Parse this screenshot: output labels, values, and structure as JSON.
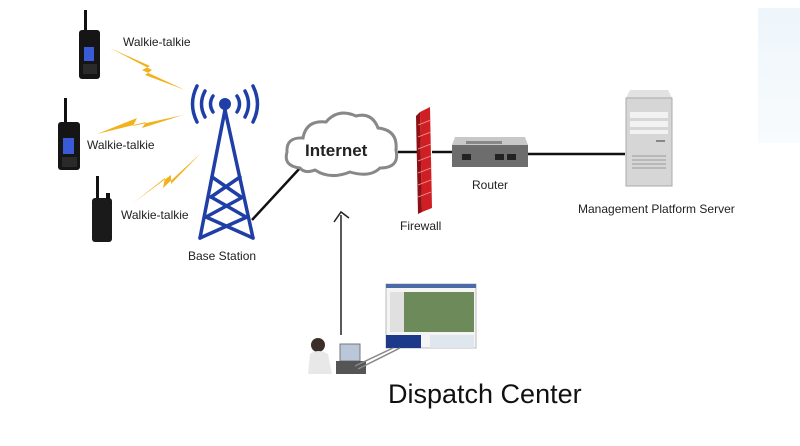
{
  "diagram": {
    "title": "Dispatch Center",
    "nodes": {
      "walkie_1": {
        "label": "Walkie-talkie"
      },
      "walkie_2": {
        "label": "Walkie-talkie"
      },
      "walkie_3": {
        "label": "Walkie-talkie"
      },
      "base_station": {
        "label": "Base Station"
      },
      "internet": {
        "label": "Internet"
      },
      "firewall": {
        "label": "Firewall"
      },
      "router": {
        "label": "Router"
      },
      "server": {
        "label": "Management Platform Server"
      },
      "dispatch": {
        "label": "Dispatch Center"
      }
    },
    "edges": [
      {
        "from": "walkie_1",
        "to": "base_station",
        "type": "wireless"
      },
      {
        "from": "walkie_2",
        "to": "base_station",
        "type": "wireless"
      },
      {
        "from": "walkie_3",
        "to": "base_station",
        "type": "wireless"
      },
      {
        "from": "base_station",
        "to": "internet",
        "type": "wired"
      },
      {
        "from": "internet",
        "to": "firewall",
        "type": "wired"
      },
      {
        "from": "firewall",
        "to": "router",
        "type": "wired"
      },
      {
        "from": "router",
        "to": "server",
        "type": "wired"
      },
      {
        "from": "dispatch",
        "to": "internet",
        "type": "arrow"
      }
    ],
    "colors": {
      "tower": "#1f3fa6",
      "lightning": "#f2b21b",
      "firewall": "#d01f24",
      "line": "#111111"
    }
  }
}
